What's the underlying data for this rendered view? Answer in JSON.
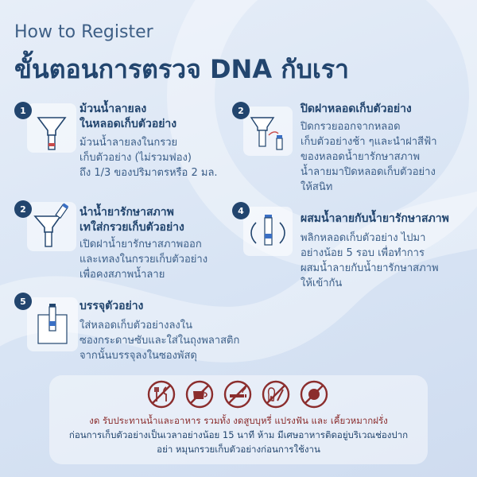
{
  "header": {
    "subtitle": "How to Register",
    "title": "ขั้นตอนการตรวจ DNA กับเรา"
  },
  "steps": [
    {
      "number": "1",
      "title_lines": [
        "ม้วนน้ำลายลง",
        "ในหลอดเก็บตัวอย่าง"
      ],
      "desc_lines": [
        "ม้วนน้ำลายลงในกรวย",
        "เก็บตัวอย่าง (ไม่รวมฟอง)",
        "ถึง 1/3 ของปริมาตรหรือ 2 มล."
      ]
    },
    {
      "number": "2",
      "title_lines": [
        "ปิดฝาหลอดเก็บตัวอย่าง"
      ],
      "desc_lines": [
        "ปิดกรวยออกจากหลอด",
        "เก็บตัวอย่างช้า ๆและนำฝาสีฟ้า",
        "ของหลอดน้ำยารักษาสภาพ",
        "น้ำลายมาปิดหลอดเก็บตัวอย่าง",
        "ให้สนิท"
      ]
    },
    {
      "number": "2",
      "title_lines": [
        "นำน้ำยารักษาสภาพ",
        "เทใส่กรวยเก็บตัวอย่าง"
      ],
      "desc_lines": [
        "เปิดฝาน้ำยารักษาสภาพออก",
        "และเทลงในกรวยเก็บตัวอย่าง",
        "เพื่อคงสภาพน้ำลาย"
      ]
    },
    {
      "number": "4",
      "title_lines": [
        "ผสมน้ำลายกับน้ำยารักษาสภาพ"
      ],
      "desc_lines": [
        "พลิกหลอดเก็บตัวอย่าง ไปมา",
        "อย่างน้อย 5 รอบ เพื่อทำการ",
        "ผสมน้ำลายกับน้ำยารักษาสภาพ",
        "ให้เข้ากัน"
      ]
    },
    {
      "number": "5",
      "title_lines": [
        "บรรจุตัวอย่าง"
      ],
      "desc_lines": [
        "ใส่หลอดเก็บตัวอย่างลงใน",
        "ซองกระดาษซับและใส่ในถุงพลาสติก",
        "จากนั้นบรรจุลงในซองพัสดุ"
      ]
    }
  ],
  "warning": {
    "line1": "งด รับประทานน้ำและอาหาร รวมทั้ง งดสูบบุหรี่ แปรงฟัน และ เคี้ยวหมากฝรั่ง",
    "line2": "ก่อนการเก็บตัวอย่างเป็นเวลาอย่างน้อย 15 นาที ห้าม มีเศษอาหารติดอยู่บริเวณช่องปาก",
    "line3": "อย่า หมุนกรวยเก็บตัวอย่างก่อนการใช้งาน"
  },
  "icons": [
    "no-food-icon",
    "no-drink-icon",
    "no-smoking-icon",
    "no-toothbrush-icon",
    "no-gum-icon"
  ],
  "colors": {
    "navy": "#22456e",
    "text_blue": "#3b5e88",
    "red": "#8b2d2d"
  }
}
